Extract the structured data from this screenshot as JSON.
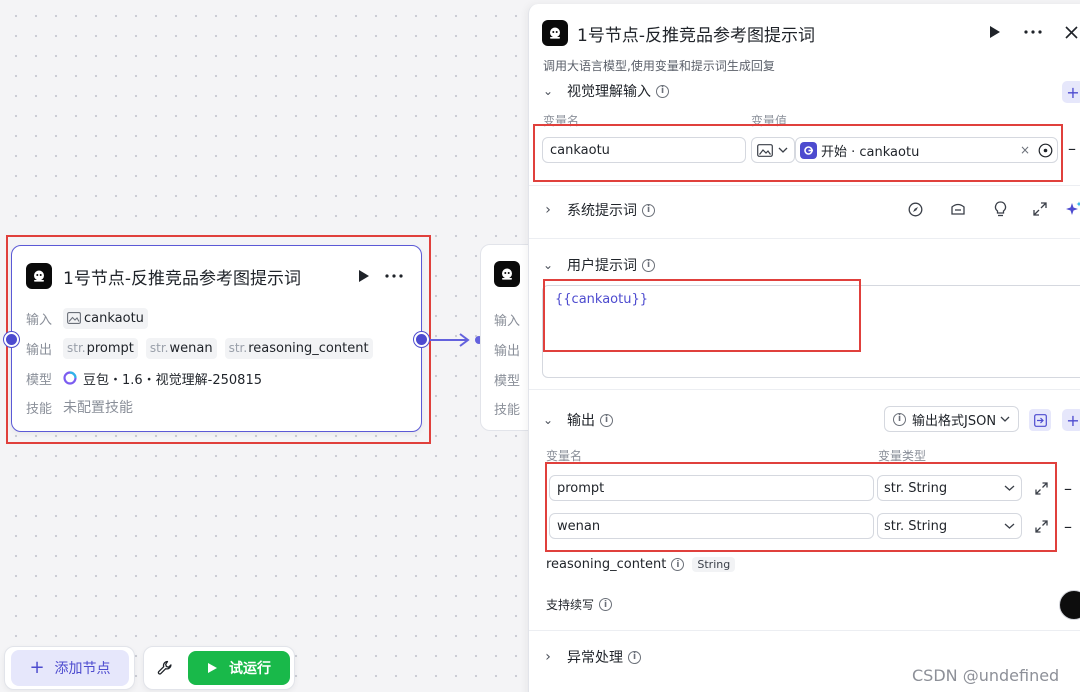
{
  "canvas": {
    "node": {
      "title": "1号节点-反推竞品参考图提示词",
      "input_label": "输入",
      "input_value": "cankaotu",
      "output_label": "输出",
      "outputs": [
        {
          "prefix": "str.",
          "name": "prompt"
        },
        {
          "prefix": "str.",
          "name": "wenan"
        },
        {
          "prefix": "str.",
          "name": "reasoning_content"
        }
      ],
      "model_label": "模型",
      "model_value": "豆包・1.6・视觉理解-250815",
      "skill_label": "技能",
      "skill_value": "未配置技能"
    },
    "node2": {
      "rows": [
        "输入",
        "输出",
        "模型",
        "技能"
      ]
    }
  },
  "toolbar": {
    "add_node_label": "添加节点",
    "run_label": "试运行"
  },
  "panel": {
    "title": "1号节点-反推竞品参考图提示词",
    "description": "调用大语言模型,使用变量和提示词生成回复",
    "visual_input": {
      "title": "视觉理解输入",
      "col_name": "变量名",
      "col_value": "变量值",
      "var_name": "cankaotu",
      "ref_value": "开始 · cankaotu"
    },
    "system_prompt": {
      "title": "系统提示词"
    },
    "user_prompt": {
      "title": "用户提示词",
      "content": "{{cankaotu}}"
    },
    "output": {
      "title": "输出",
      "format_label": "输出格式JSON",
      "col_name": "变量名",
      "col_type": "变量类型",
      "rows": [
        {
          "name": "prompt",
          "type": "str. String"
        },
        {
          "name": "wenan",
          "type": "str. String"
        }
      ],
      "reasoning_name": "reasoning_content",
      "reasoning_type": "String",
      "continue_label": "支持续写"
    },
    "error_handling": {
      "title": "异常处理"
    }
  },
  "watermark": "CSDN @undefined",
  "colors": {
    "accent": "#4d4bcf",
    "run": "#19b94a",
    "highlight": "#e0403c"
  }
}
